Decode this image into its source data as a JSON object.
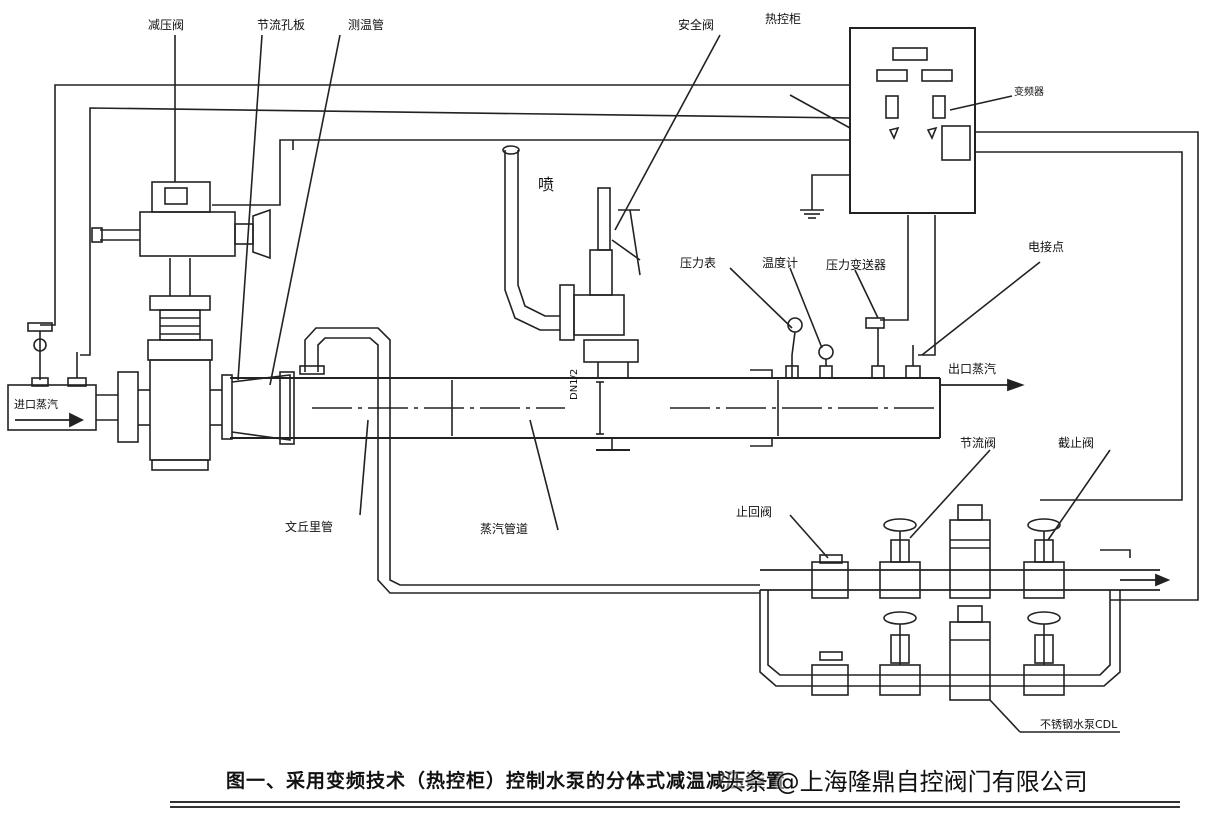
{
  "labels": {
    "pressure_reducing_valve": "减压阀",
    "orifice_plate": "节流孔板",
    "temperature_sensor": "测温管",
    "safety_valve": "安全阀",
    "control_cabinet": "热控柜",
    "frequency_converter": "变频器",
    "pressure_gauge": "压力表",
    "thermometer": "温度计",
    "pressure_transmitter": "压力变送器",
    "sensor_valve": "电接点",
    "inlet_steam": "进口蒸汽",
    "outlet_steam": "出口蒸汽",
    "dn_mark": "DN1/2",
    "venturi_pipe": "文丘里管",
    "steam_pipe": "蒸汽管道",
    "check_valve": "止回阀",
    "throttle_valve": "节流阀",
    "stop_valve": "截止阀",
    "pump_model": "不锈钢水泵CDL",
    "exhaust_mark": "喷"
  },
  "caption": "图一、采用变频技术（热控柜）控制水泵的分体式减温减压装置",
  "watermark": "头条 @上海隆鼎自控阀门有限公司"
}
